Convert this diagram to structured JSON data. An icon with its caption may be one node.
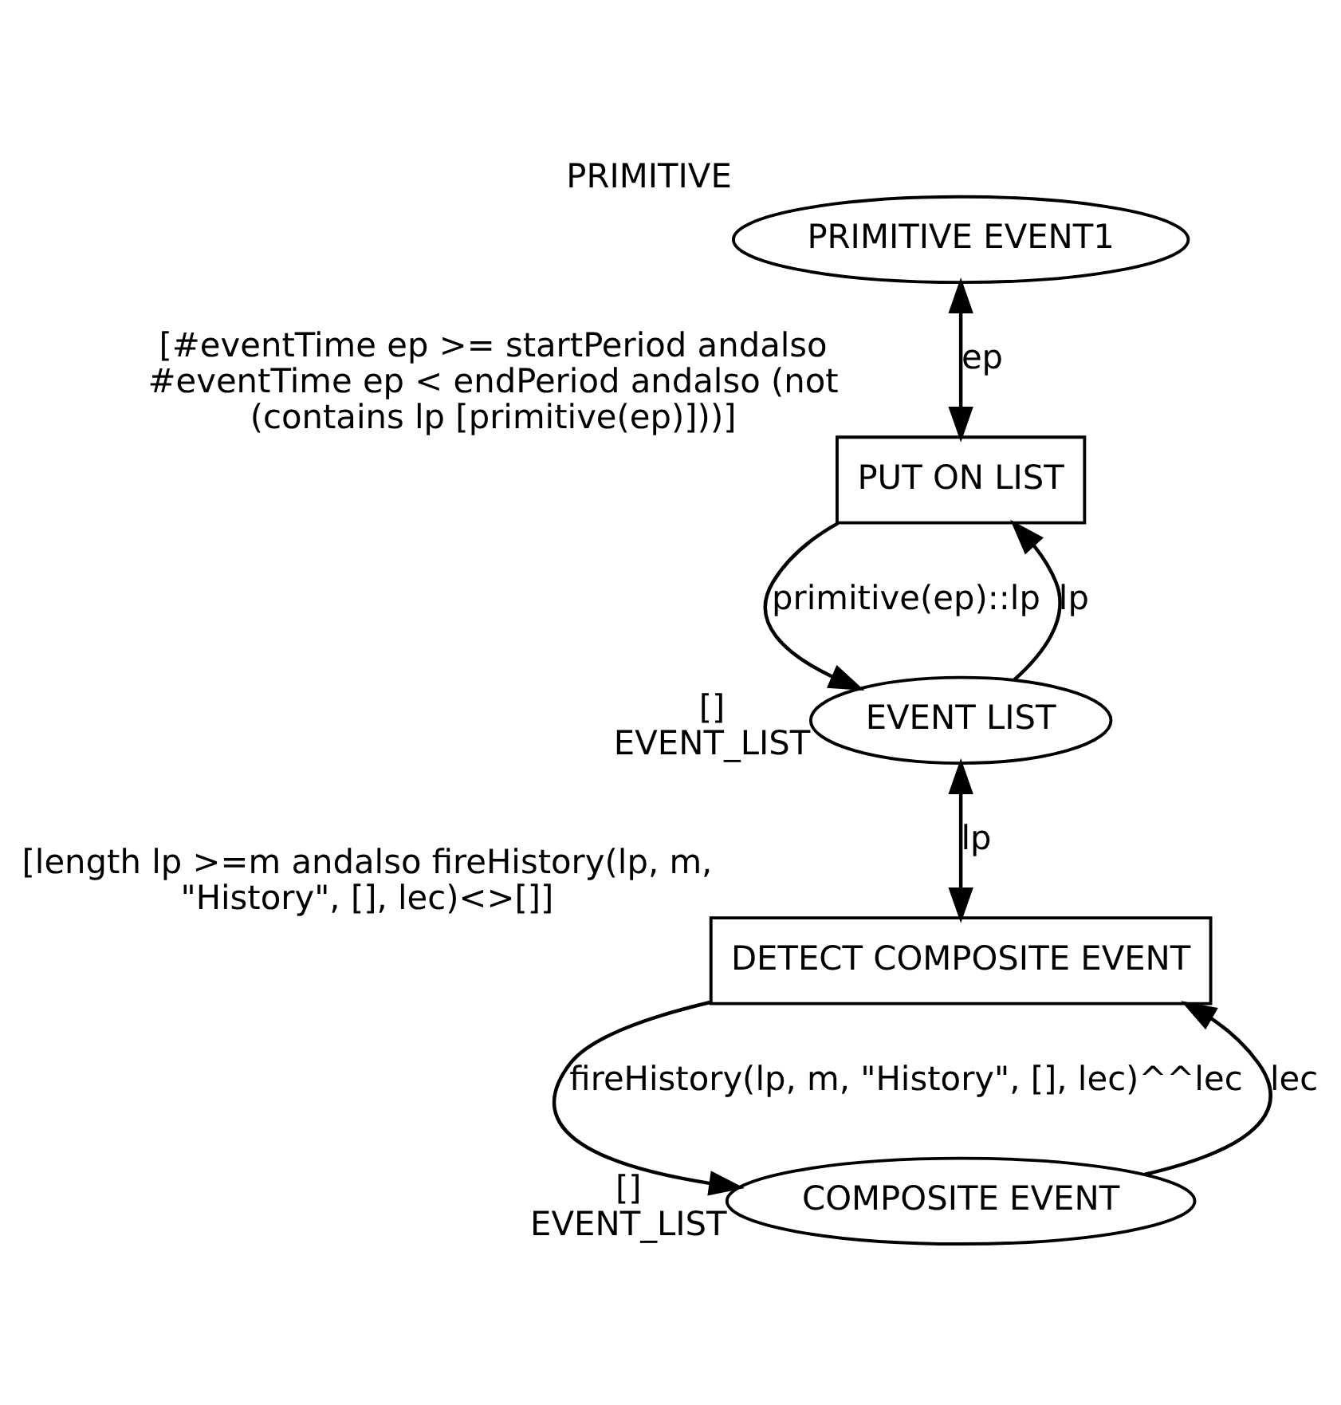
{
  "diagram": {
    "nodes": [
      {
        "text": [
          "PRIMITIVE EVENT1"
        ],
        "beside": [
          "PRIMITIVE"
        ]
      },
      {
        "text": [
          "PUT ON LIST"
        ],
        "beside": [
          "[#eventTime ep >= startPeriod andalso #eventTime ep < endPeriod andalso (not (contains lp [primitive(ep)]))]"
        ]
      },
      {
        "text": [
          "EVENT LIST"
        ],
        "beside": [
          "[]",
          "EVENT_LIST"
        ]
      },
      {
        "text": [
          "DETECT COMPOSITE EVENT"
        ],
        "beside": [
          "[length lp >=m andalso fireHistory(lp, m, \"History\", [], lec)<>[]]"
        ]
      },
      {
        "text": [
          "COMPOSITE EVENT"
        ],
        "beside": [
          "[]",
          "EVENT_LIST"
        ]
      }
    ],
    "edges": [
      {
        "from": 0,
        "to": 1,
        "arrow": "both",
        "label": "ep"
      },
      {
        "from": 2,
        "to": 1,
        "arrow": "to",
        "label": "lp"
      },
      {
        "from": 1,
        "to": 2,
        "arrow": "to",
        "label": "primitive(ep)::lp"
      },
      {
        "from": 2,
        "to": 3,
        "arrow": "both",
        "label": "lp"
      },
      {
        "from": 4,
        "to": 3,
        "arrow": "to",
        "label": "lec"
      },
      {
        "from": 3,
        "to": 4,
        "arrow": "to",
        "label": "fireHistory(lp, m, \"History\", [], lec)^^lec"
      }
    ]
  }
}
